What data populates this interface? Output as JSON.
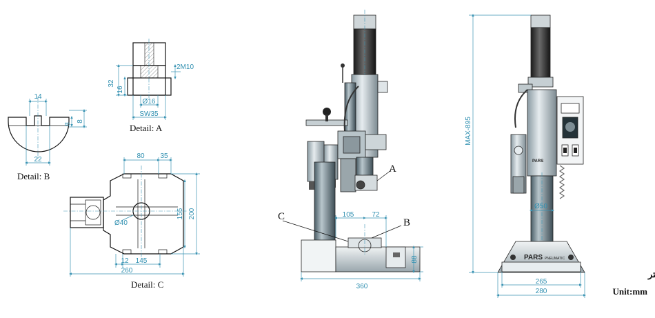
{
  "detail_a": {
    "caption": "Detail: A",
    "dims": {
      "h32": "32",
      "h16": "16",
      "thread": "2M10",
      "dia": "Ø16",
      "sw": "SW35"
    }
  },
  "detail_b": {
    "caption": "Detail: B",
    "dims": {
      "w14": "14",
      "h8a": "8",
      "h8b": "8",
      "w22": "22"
    }
  },
  "detail_c": {
    "caption": "Detail: C",
    "dims": {
      "w80": "80",
      "w35": "35",
      "h155": "155",
      "h200": "200",
      "dia": "Ø40",
      "w12": "12",
      "w145": "145",
      "w260": "260"
    }
  },
  "side_view": {
    "labels": {
      "a": "A",
      "b": "B",
      "c": "C"
    },
    "dims": {
      "w105": "105",
      "w72": "72",
      "h88": "88",
      "w360": "360"
    }
  },
  "front_view": {
    "dims": {
      "max_height": "MAX-895",
      "dia": "Ø50",
      "w265": "265",
      "w280": "280"
    },
    "brand": "PARS",
    "brand_sub": "PNEUMATIC"
  },
  "unit": {
    "fa": "واحد:میلیمتر",
    "en": "Unit:mm"
  },
  "colors": {
    "dimension": "#3a93b3",
    "outline": "#111111",
    "column": "#6e8a95",
    "tower": "#2a2a2a"
  }
}
